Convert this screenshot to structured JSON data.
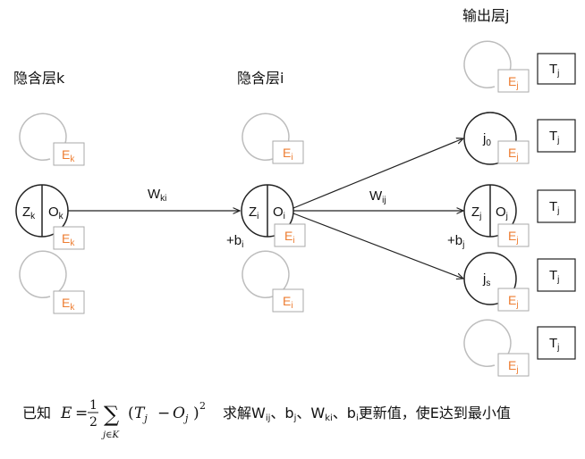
{
  "layers": {
    "k": "隐含层k",
    "i": "隐含层i",
    "j": "输出层j"
  },
  "nodes": {
    "k": {
      "z": "Z",
      "z_sub": "k",
      "o": "O",
      "o_sub": "k"
    },
    "i": {
      "z": "Z",
      "z_sub": "i",
      "o": "O",
      "o_sub": "i"
    },
    "j0": {
      "label": "j",
      "sub": "0"
    },
    "jj": {
      "z": "Z",
      "z_sub": "j",
      "o": "O",
      "o_sub": "j"
    },
    "js": {
      "label": "j",
      "sub": "s"
    }
  },
  "errors": {
    "k": {
      "E": "E",
      "sub": "k"
    },
    "i": {
      "E": "E",
      "sub": "i"
    },
    "j": {
      "E": "E",
      "sub": "j"
    }
  },
  "targets": {
    "T": "T",
    "sub": "j"
  },
  "weights": {
    "wki": {
      "W": "W",
      "sub": "ki"
    },
    "wij": {
      "W": "W",
      "sub": "ij"
    }
  },
  "biases": {
    "bi": {
      "b": "+b",
      "sub": "i"
    },
    "bj": {
      "b": "+b",
      "sub": "j"
    }
  },
  "caption": {
    "known": "已知",
    "E": "E",
    "eq": "=",
    "half_num": "1",
    "half_den": "2",
    "sum": "∑",
    "sum_under": "j∈K",
    "lparen": "(",
    "T": "T",
    "T_sub": "j",
    "minus": "−",
    "O": "O",
    "O_sub": "j",
    "rparen": ")",
    "sq": "2",
    "solve": "求解",
    "W1": "W",
    "W1_sub": "ij",
    "sep1": "、",
    "b1": "b",
    "b1_sub": "j",
    "sep2": "、",
    "W2": "W",
    "W2_sub": "ki",
    "sep3": "、",
    "b2": "b",
    "b2_sub": "i",
    "tail": "更新值，使E达到最小值"
  },
  "colors": {
    "error": "#ed7d31",
    "loop": "#bdbdbd",
    "line": "#222222"
  }
}
